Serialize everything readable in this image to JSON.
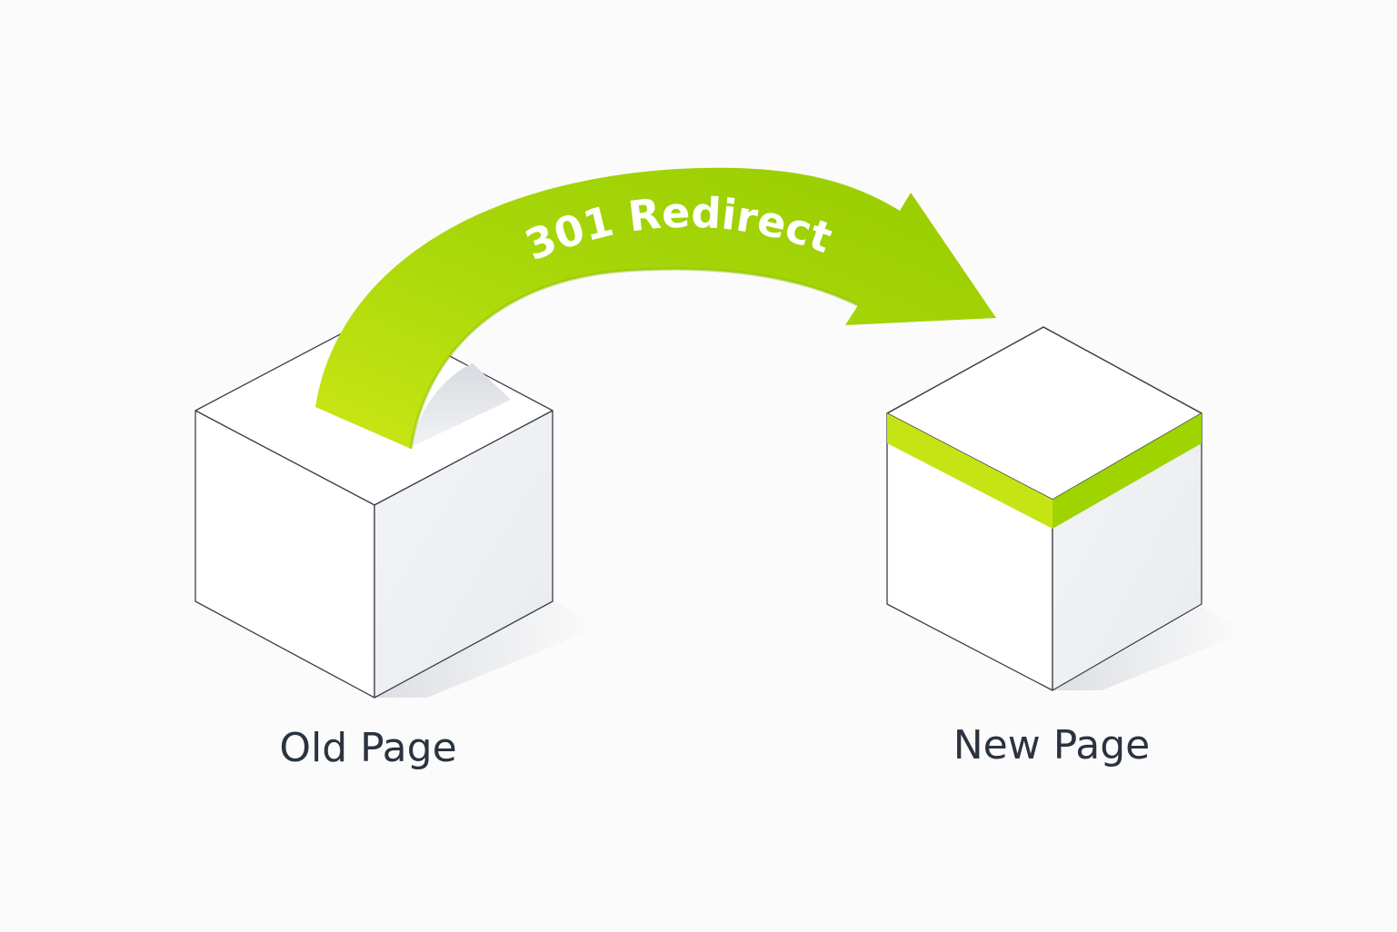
{
  "diagram": {
    "redirect_label": "301 Redirect",
    "source_label": "Old Page",
    "target_label": "New Page"
  },
  "colors": {
    "background": "#fbfbfb",
    "accent_green": "#9fd400",
    "accent_green_light": "#c8e61a",
    "cube_face": "#ffffff",
    "cube_side": "#eef0f3",
    "outline": "#3b4048",
    "label_text": "#2b3340"
  },
  "icons": {
    "arrow": "curved-arrow-icon",
    "source": "cube-icon",
    "target": "cube-icon"
  }
}
